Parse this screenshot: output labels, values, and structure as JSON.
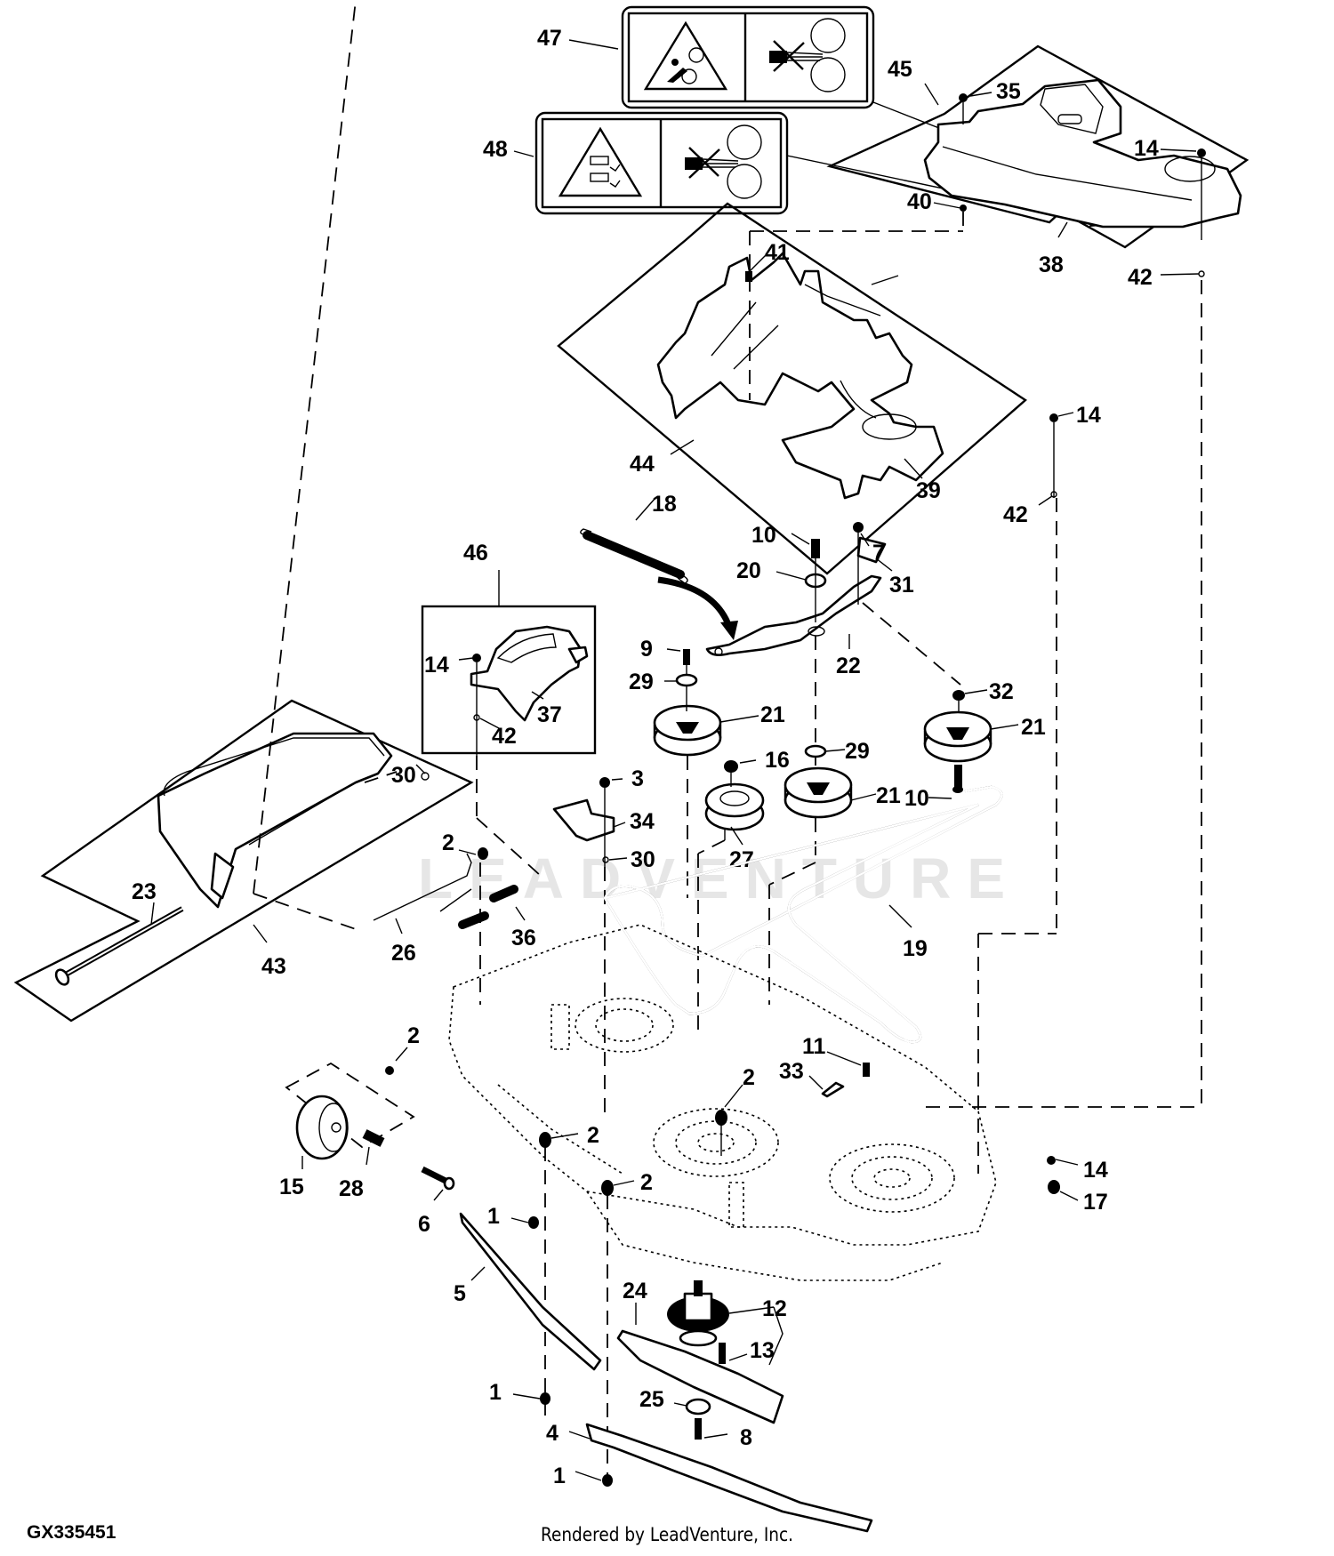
{
  "figure_id": "GX335451",
  "footer": "Rendered by LeadVenture, Inc.",
  "watermark": "LEADVENTURE",
  "decals": [
    {
      "ref": "47",
      "left_icon": "belt-entanglement-warning-icon",
      "right_icon": "keep-hands-away-from-rollers-icon"
    },
    {
      "ref": "48",
      "left_icon": "crush-pinch-warning-icon",
      "right_icon": "keep-hands-away-from-rollers-icon"
    }
  ],
  "callouts": {
    "c47": "47",
    "c48": "48",
    "c45": "45",
    "c35": "35",
    "c14a": "14",
    "c40": "40",
    "c38": "38",
    "c42a": "42",
    "c41": "41",
    "c14b": "14",
    "c44": "44",
    "c39": "39",
    "c42b": "42",
    "c18": "18",
    "c10a": "10",
    "c7": "7",
    "c20": "20",
    "c31": "31",
    "c22": "22",
    "c46": "46",
    "c14c": "14",
    "c37": "37",
    "c42c": "42",
    "c9": "9",
    "c29a": "29",
    "c21a": "21",
    "c32": "32",
    "c21b": "21",
    "c16": "16",
    "c29b": "29",
    "c21c": "21",
    "c10b": "10",
    "c3": "3",
    "c34": "34",
    "c30a": "30",
    "c27": "27",
    "c30b": "30",
    "c2a": "2",
    "c36": "36",
    "c26": "26",
    "c23": "23",
    "c43": "43",
    "c19": "19",
    "c2b": "2",
    "c11": "11",
    "c33": "33",
    "c2c": "2",
    "c2d": "2",
    "c2e": "2",
    "c15": "15",
    "c28": "28",
    "c6": "6",
    "c1a": "1",
    "c14d": "14",
    "c17": "17",
    "c5": "5",
    "c24": "24",
    "c12": "12",
    "c13": "13",
    "c1b": "1",
    "c25": "25",
    "c4": "4",
    "c8": "8",
    "c1c": "1"
  }
}
